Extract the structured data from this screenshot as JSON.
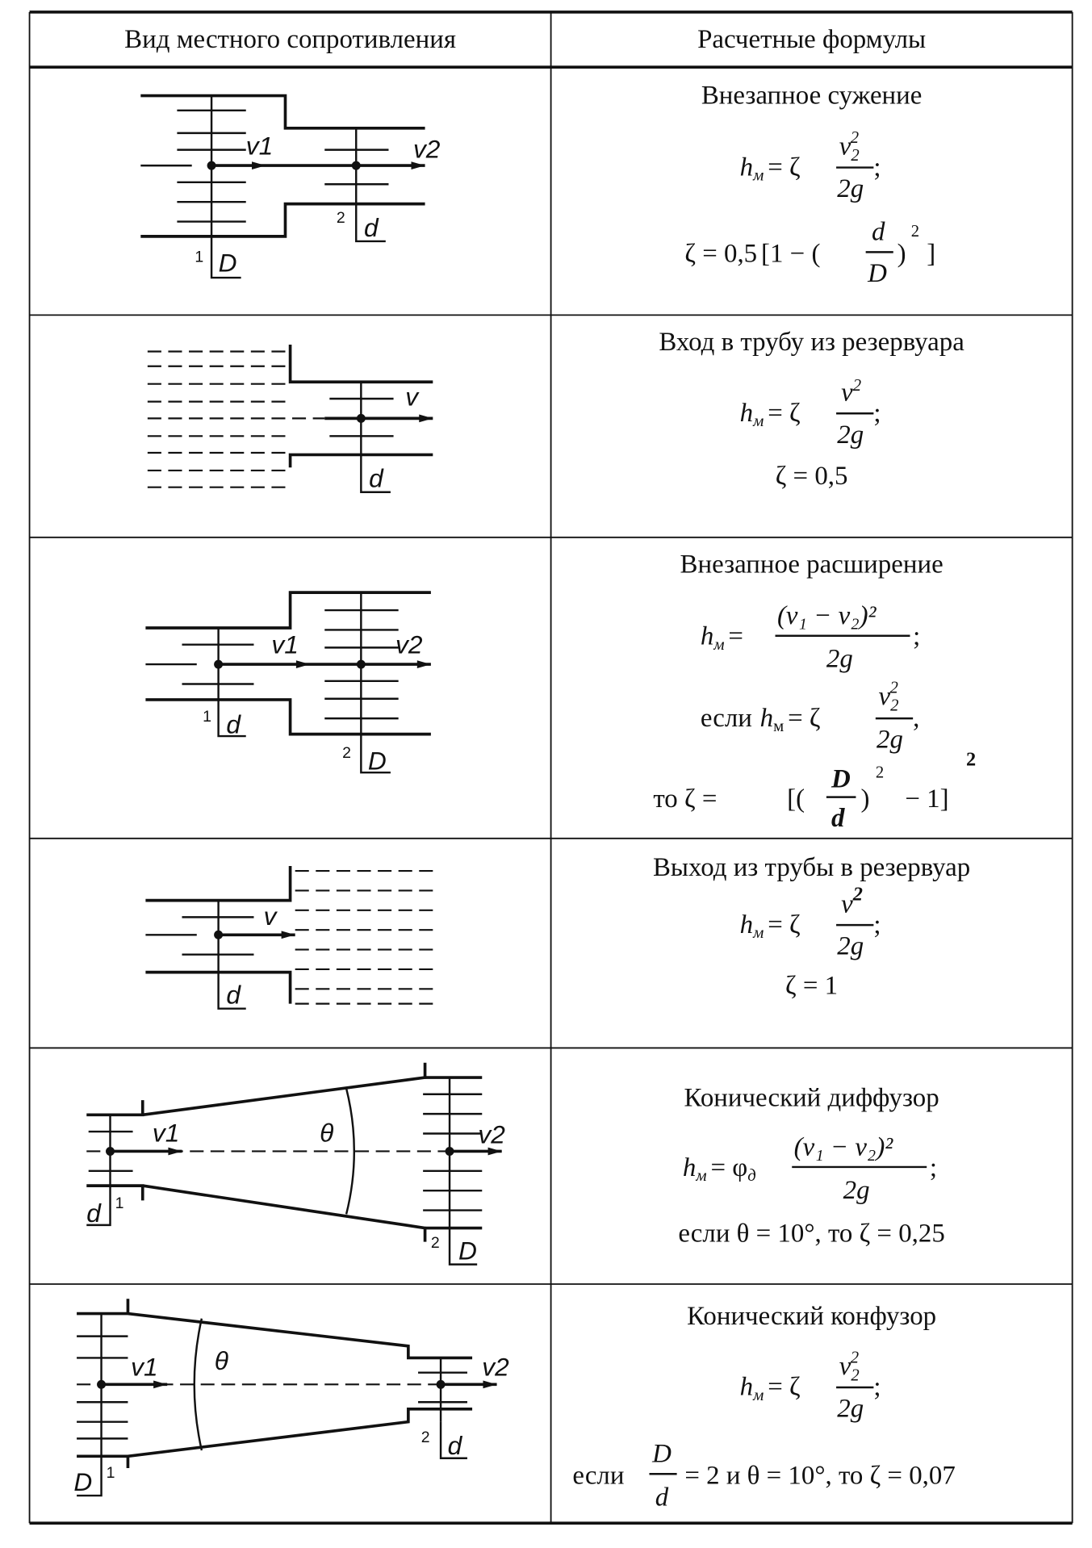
{
  "table": {
    "headers": [
      "Вид местного сопротивления",
      "Расчетные формулы"
    ],
    "rows": [
      {
        "title": "Внезапное сужение",
        "labels": {
          "v1": "v1",
          "v2": "v2",
          "sec1": "1",
          "sec2": "2",
          "D": "D",
          "d": "d"
        },
        "formula1": {
          "lhs": "h",
          "sub": "м",
          "eq": "= ζ",
          "num": "v",
          "num_sub": "2",
          "num_sup": "2",
          "den": "2g",
          "tail": ";"
        },
        "formula2": {
          "text": "ζ = 0,5",
          "open": "[1 − (",
          "num": "d",
          "den": "D",
          "close": ")",
          "sup": "2",
          "end": "]"
        }
      },
      {
        "title": "Вход в трубу из резервуара",
        "labels": {
          "v": "v",
          "d": "d"
        },
        "formula1": {
          "lhs": "h",
          "sub": "м",
          "eq": "= ζ",
          "num": "v",
          "num_sup": "2",
          "den": "2g",
          "tail": ";"
        },
        "formula2": {
          "text": "ζ = 0,5"
        }
      },
      {
        "title": "Внезапное расширение",
        "labels": {
          "v1": "v1",
          "v2": "v2",
          "sec1": "1",
          "sec2": "2",
          "d": "d",
          "D": "D"
        },
        "formula1": {
          "lhs": "h",
          "sub": "м",
          "eq": "=",
          "num": "(v₁ − v₂)²",
          "den": "2g",
          "tail": ";"
        },
        "formula2": {
          "prefix": "если",
          "lhs": "h",
          "sub": "м",
          "eq": "= ζ",
          "num": "v",
          "num_sub": "2",
          "num_sup": "2",
          "den": "2g",
          "tail": ","
        },
        "formula3": {
          "prefix": "то ζ =",
          "open": "[(",
          "num": "D",
          "den": "d",
          "close": ")",
          "sup": "2",
          "minus": "− 1]",
          "outer_sup": "2"
        }
      },
      {
        "title": "Выход из трубы в резервуар",
        "labels": {
          "v": "v",
          "d": "d"
        },
        "formula1": {
          "lhs": "h",
          "sub": "м",
          "eq": "= ζ",
          "num": "v",
          "num_sup": "2",
          "den": "2g",
          "tail": ";"
        },
        "formula2": {
          "text": "ζ = 1"
        }
      },
      {
        "title": "Конический диффузор",
        "labels": {
          "v1": "v1",
          "v2": "v2",
          "theta": "θ",
          "sec1": "1",
          "sec2": "2",
          "d": "d",
          "D": "D"
        },
        "formula1": {
          "lhs": "h",
          "sub": "м",
          "eq": "= φ",
          "eq_sub": "д",
          "num": "(v₁ − v₂)²",
          "den": "2g",
          "tail": ";"
        },
        "formula2": {
          "text": "если θ = 10°, то ζ = 0,25"
        }
      },
      {
        "title": "Конический конфузор",
        "labels": {
          "v1": "v1",
          "v2": "v2",
          "theta": "θ",
          "sec1": "1",
          "sec2": "2",
          "D": "D",
          "d": "d"
        },
        "formula1": {
          "lhs": "h",
          "sub": "м",
          "eq": "= ζ",
          "num": "v",
          "num_sub": "2",
          "num_sup": "2",
          "den": "2g",
          "tail": ";"
        },
        "formula2": {
          "prefix": "если",
          "num": "D",
          "den": "d",
          "rest": "= 2 и θ = 10°, то ζ = 0,07"
        }
      }
    ]
  }
}
